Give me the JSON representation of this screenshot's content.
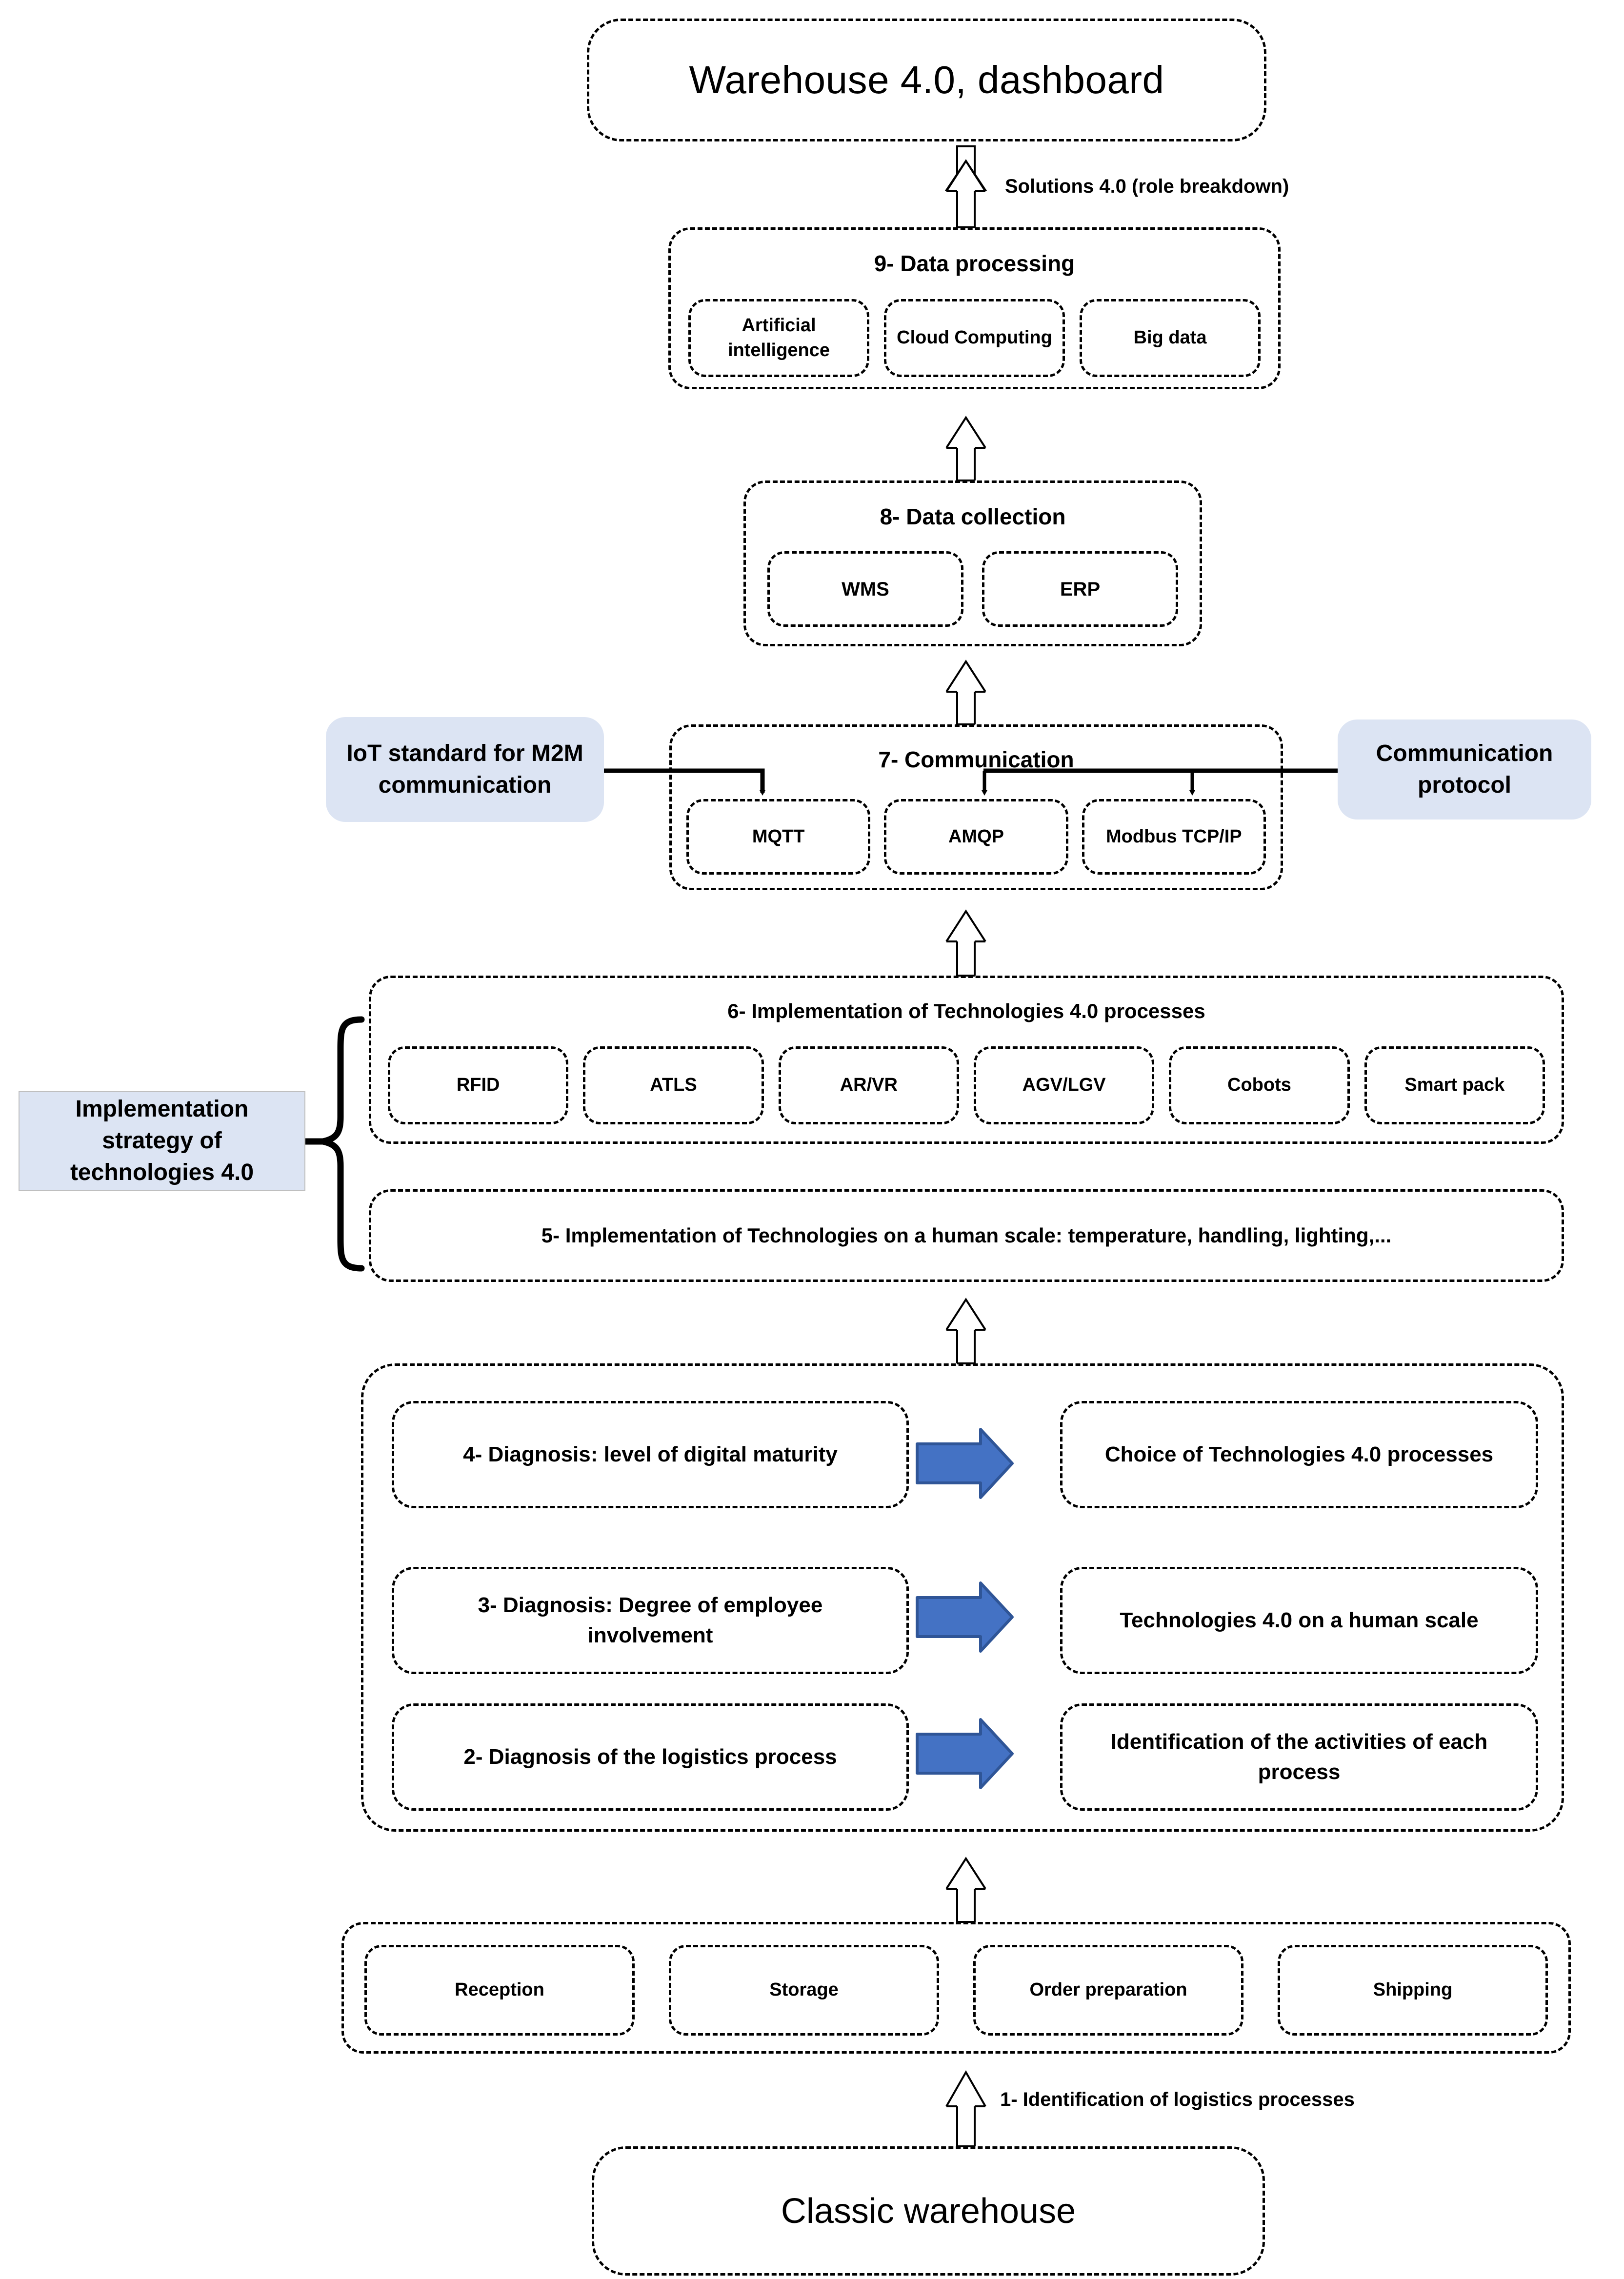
{
  "top": {
    "title": "Warehouse 4.0, dashboard",
    "arrow_label": "Solutions 4.0 (role breakdown)"
  },
  "sections": {
    "s9": {
      "title": "9- Data processing",
      "items": [
        "Artificial intelligence",
        "Cloud Computing",
        "Big data"
      ]
    },
    "s8": {
      "title": "8- Data collection",
      "items": [
        "WMS",
        "ERP"
      ]
    },
    "s7": {
      "title": "7- Communication",
      "items": [
        "MQTT",
        "AMQP",
        "Modbus TCP/IP"
      ],
      "left_callout": "IoT standard for M2M communication",
      "right_callout": "Communication protocol"
    },
    "s6": {
      "title": "6- Implementation of Technologies 4.0 processes",
      "items": [
        "RFID",
        "ATLS",
        "AR/VR",
        "AGV/LGV",
        "Cobots",
        "Smart pack"
      ]
    },
    "s5": {
      "title": "5- Implementation of Technologies on a human scale: temperature, handling, lighting,..."
    },
    "strategy_callout": "Implementation strategy of technologies 4.0",
    "diagnosis": {
      "rows": [
        {
          "left": "4-  Diagnosis: level of digital maturity",
          "right": "Choice of Technologies 4.0 processes"
        },
        {
          "left": "3- Diagnosis: Degree of employee involvement",
          "right": "Technologies 4.0 on a human scale"
        },
        {
          "left": "2- Diagnosis of the logistics process",
          "right": "Identification of the activities of each process"
        }
      ]
    },
    "processes": {
      "items": [
        "Reception",
        "Storage",
        "Order preparation",
        "Shipping"
      ]
    }
  },
  "bottom": {
    "arrow_label": "1- Identification of logistics processes",
    "title": "Classic warehouse"
  },
  "colors": {
    "callout_fill": "#dce4f3",
    "arrow_fill": "#4472c4",
    "arrow_stroke": "#2f5597",
    "line": "#000000"
  }
}
